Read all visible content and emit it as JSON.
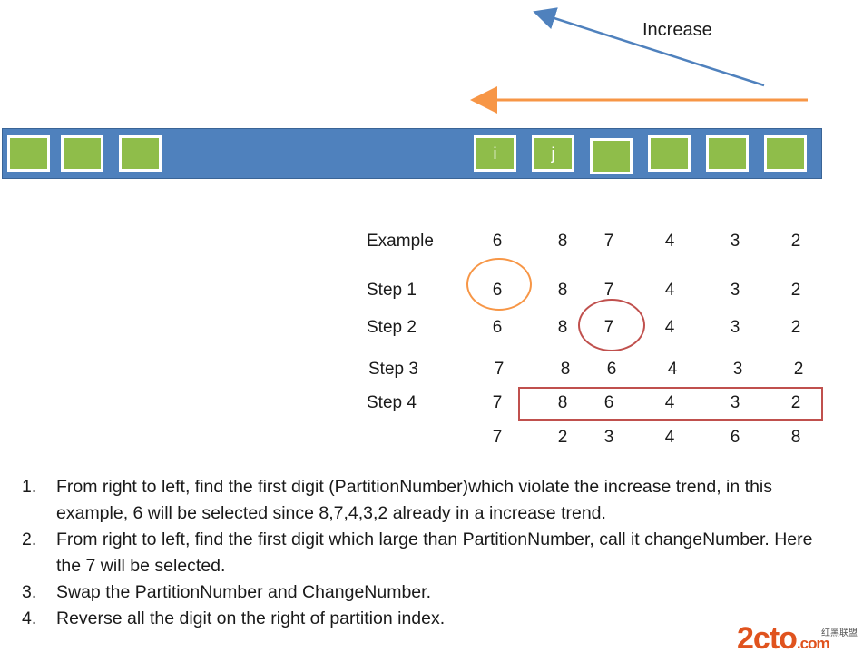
{
  "diagram": {
    "increase_label": "Increase",
    "array_cells": [
      {
        "label": ""
      },
      {
        "label": ""
      },
      {
        "label": ""
      },
      {
        "label": "i"
      },
      {
        "label": "j"
      },
      {
        "label": ""
      },
      {
        "label": ""
      },
      {
        "label": ""
      },
      {
        "label": ""
      }
    ],
    "rows": [
      {
        "label": "Example",
        "values": [
          "6",
          "8",
          "7",
          "4",
          "3",
          "2"
        ]
      },
      {
        "label": "Step 1",
        "values": [
          "6",
          "8",
          "7",
          "4",
          "3",
          "2"
        ]
      },
      {
        "label": "Step 2",
        "values": [
          "6",
          "8",
          "7",
          "4",
          "3",
          "2"
        ]
      },
      {
        "label": "Step 3",
        "values": [
          "7",
          "8",
          "6",
          "4",
          "3",
          "2"
        ]
      },
      {
        "label": "Step 4",
        "values": [
          "7",
          "8",
          "6",
          "4",
          "3",
          "2"
        ]
      },
      {
        "label": "",
        "values": [
          "7",
          "2",
          "3",
          "4",
          "6",
          "8"
        ]
      }
    ],
    "colors": {
      "bar": "#4f81bd",
      "cell": "#8fbd4a",
      "blue_arrow": "#4f81bd",
      "orange_arrow": "#f79646",
      "orange_circle": "#f79646",
      "red_circle": "#c0504d",
      "reverse_box": "#c0504d"
    }
  },
  "instructions": [
    {
      "num": "1.",
      "text": "From right to left, find the first digit (PartitionNumber)which violate the increase trend, in this example, 6 will be selected since 8,7,4,3,2 already in a increase trend."
    },
    {
      "num": "2.",
      "text": "From right to left, find the first digit which large than PartitionNumber, call it changeNumber. Here the 7 will be selected."
    },
    {
      "num": "3.",
      "text": "Swap the PartitionNumber and ChangeNumber."
    },
    {
      "num": "4.",
      "text": "Reverse all the digit on the right of partition index."
    }
  ],
  "watermark": {
    "main": "2cto",
    "suffix": ".com",
    "cn": "红黑联盟"
  }
}
